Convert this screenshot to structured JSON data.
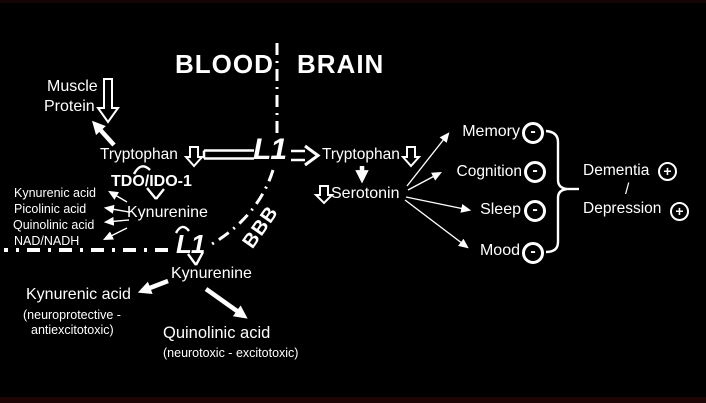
{
  "colors": {
    "background": "#000000",
    "ink": "#ffffff",
    "edge_tint": "#1d0505"
  },
  "regions": {
    "blood": "BLOOD",
    "brain": "BRAIN",
    "barrier": "BBB"
  },
  "transporters": {
    "top": "L1",
    "bottom": "L1"
  },
  "blood_side": {
    "muscle_line1": "Muscle",
    "muscle_line2": "Protein",
    "tryptophan": "Tryptophan",
    "enzyme": "TDO/IDO-1",
    "kynurenine": "Kynurenine",
    "metabolites": [
      "Kynurenic acid",
      "Picolinic acid",
      "Quinolinic acid",
      "NAD/NADH"
    ]
  },
  "brain_side": {
    "tryptophan": "Tryptophan",
    "serotonin": "Serotonin",
    "kynurenine": "Kynurenine",
    "kynurenic": {
      "name": "Kynurenic acid",
      "note_line1": "(neuroprotective -",
      "note_line2": "antiexcitotoxic)"
    },
    "quinolinic": {
      "name": "Quinolinic acid",
      "note": "(neurotoxic - excitotoxic)"
    },
    "effects": [
      {
        "label": "Memory",
        "sign": "-"
      },
      {
        "label": "Cognition",
        "sign": "-"
      },
      {
        "label": "Sleep",
        "sign": "-"
      },
      {
        "label": "Mood",
        "sign": "-"
      }
    ],
    "outcomes": {
      "first": "Dementia",
      "separator": "/",
      "second": "Depression",
      "sign": "+"
    }
  }
}
